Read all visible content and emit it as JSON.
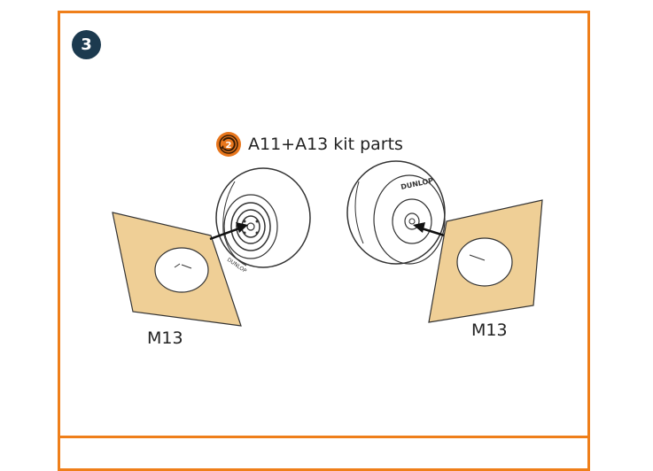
{
  "step": {
    "number": "3"
  },
  "kit_parts_label": "A11+A13 kit parts",
  "masks": {
    "left_label": "M13",
    "right_label": "M13"
  },
  "tire_brand": "DUNLOP",
  "colors": {
    "frame": "#ef7f1a",
    "badge": "#1c3a4f",
    "mask_fill": "#efcf96",
    "kit_icon": "#e8761c"
  },
  "icons": {
    "kit_parts": "kit-parts-icon"
  }
}
